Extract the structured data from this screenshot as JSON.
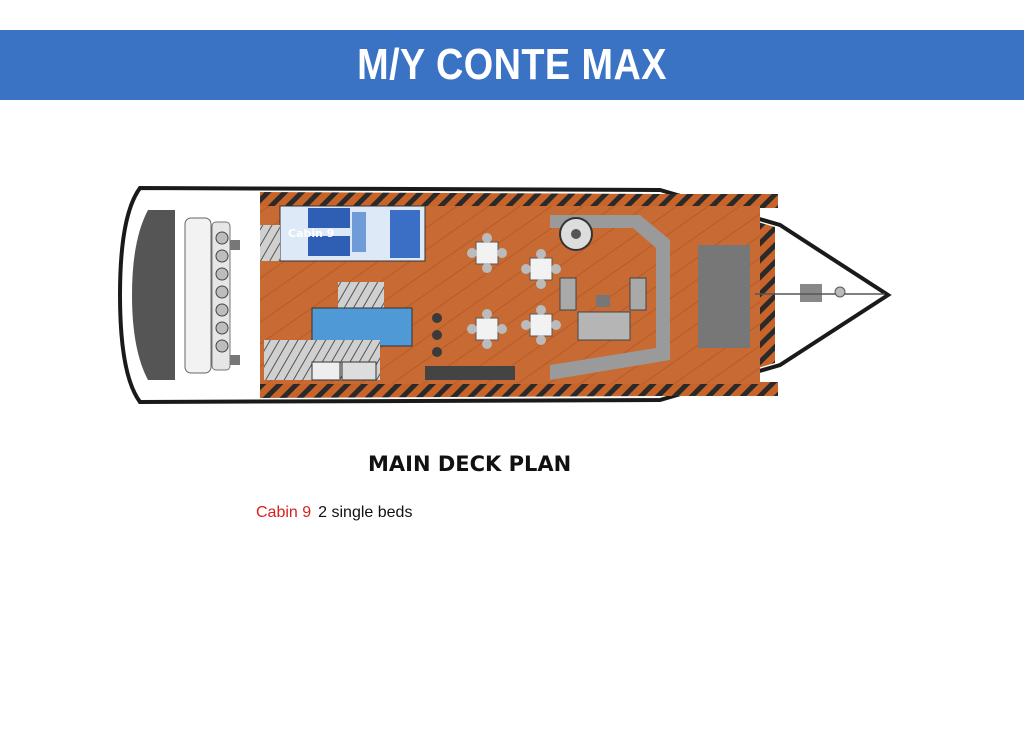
{
  "header": {
    "title": "M/Y CONTE MAX"
  },
  "plan": {
    "cabin_label": "Cabin 9"
  },
  "caption": {
    "title": "MAIN DECK PLAN"
  },
  "legend": [
    {
      "name": "Cabin 9",
      "description": "2 single beds"
    }
  ],
  "colors": {
    "banner": "#3a72c4",
    "deck_wood": "#c8642a",
    "cabin_blue": "#2f5fb5",
    "legend_name": "#d8201f"
  }
}
